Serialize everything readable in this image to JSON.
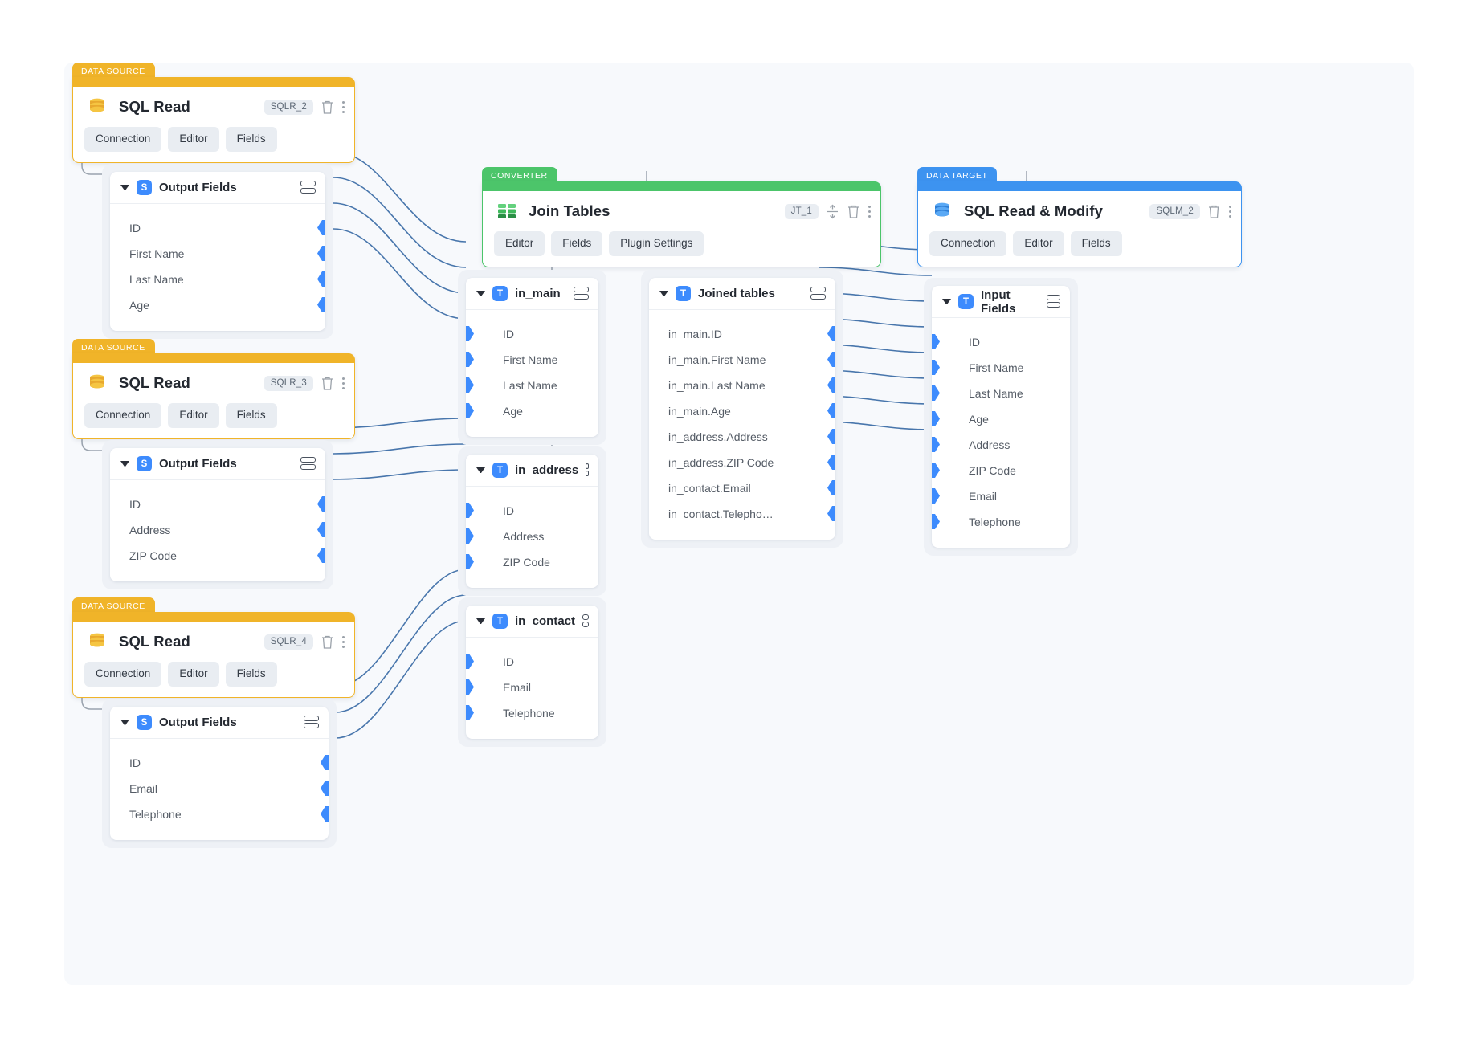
{
  "app": {
    "canvas_background": "#f7f9fc"
  },
  "colors": {
    "data_source": "#f0b429",
    "converter": "#4cc56a",
    "data_target": "#3d93f0",
    "port": "#3d8bfd",
    "wire": "#3f6fa8"
  },
  "nodes": {
    "sqlr2": {
      "category": "DATA SOURCE",
      "title": "SQL Read",
      "chip": "SQLR_2",
      "icon": "database-yellow-icon",
      "tabs": [
        "Connection",
        "Editor",
        "Fields"
      ]
    },
    "sqlr3": {
      "category": "DATA SOURCE",
      "title": "SQL Read",
      "chip": "SQLR_3",
      "icon": "database-yellow-icon",
      "tabs": [
        "Connection",
        "Editor",
        "Fields"
      ]
    },
    "sqlr4": {
      "category": "DATA SOURCE",
      "title": "SQL Read",
      "chip": "SQLR_4",
      "icon": "database-yellow-icon",
      "tabs": [
        "Connection",
        "Editor",
        "Fields"
      ]
    },
    "join": {
      "category": "CONVERTER",
      "title": "Join Tables",
      "chip": "JT_1",
      "icon": "table-grid-green-icon",
      "tabs": [
        "Editor",
        "Fields",
        "Plugin Settings"
      ]
    },
    "sqlm2": {
      "category": "DATA TARGET",
      "title": "SQL Read & Modify",
      "chip": "SQLM_2",
      "icon": "database-blue-icon",
      "tabs": [
        "Connection",
        "Editor",
        "Fields"
      ]
    }
  },
  "panels": {
    "out_main": {
      "badge": "S",
      "title": "Output Fields",
      "fields": [
        "ID",
        "First Name",
        "Last Name",
        "Age"
      ]
    },
    "out_address": {
      "badge": "S",
      "title": "Output Fields",
      "fields": [
        "ID",
        "Address",
        "ZIP Code"
      ]
    },
    "out_contact": {
      "badge": "S",
      "title": "Output Fields",
      "fields": [
        "ID",
        "Email",
        "Telephone"
      ]
    },
    "in_main": {
      "badge": "T",
      "title": "in_main",
      "fields": [
        "ID",
        "First Name",
        "Last Name",
        "Age"
      ]
    },
    "in_address": {
      "badge": "T",
      "title": "in_address",
      "fields": [
        "ID",
        "Address",
        "ZIP Code"
      ]
    },
    "in_contact": {
      "badge": "T",
      "title": "in_contact",
      "fields": [
        "ID",
        "Email",
        "Telephone"
      ]
    },
    "joined": {
      "badge": "T",
      "title": "Joined tables",
      "fields": [
        "in_main.ID",
        "in_main.First Name",
        "in_main.Last Name",
        "in_main.Age",
        "in_address.Address",
        "in_address.ZIP Code",
        "in_contact.Email",
        "in_contact.Telepho…"
      ]
    },
    "input_fields": {
      "badge": "T",
      "title": "Input Fields",
      "fields": [
        "ID",
        "First Name",
        "Last Name",
        "Age",
        "Address",
        "ZIP Code",
        "Email",
        "Telephone"
      ]
    }
  },
  "icons": {
    "delete": "trash-icon",
    "more": "kebab-menu-icon",
    "collapse": "collapse-rows-icon",
    "rows": "rows-toggle-icon",
    "caret": "caret-down-icon"
  }
}
